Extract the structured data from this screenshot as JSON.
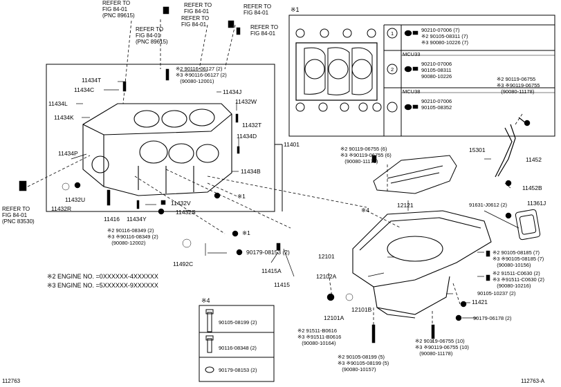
{
  "refs": {
    "ref_top1": "REFER TO\nFIG 84-01\n(PNC 89615)",
    "ref_top2": "REFER TO\nFIG 84-01",
    "ref_top3": "REFER TO\nFIG 84-01",
    "ref_top4": "REFER TO\nFIG 84-01\n(PNC 89615)",
    "ref_top5": "REFER TO\nFIG 84-01",
    "ref_top6": "REFER TO\nFIG 84-01",
    "ref_left": "REFER TO\nFIG 84-01\n(PNC 83530)"
  },
  "labels": {
    "p11434T": "11434T",
    "p11434C": "11434C",
    "p11434L": "11434L",
    "p11434K": "11434K",
    "p11434P": "11434P",
    "p11434J": "11434J",
    "p11432W": "11432W",
    "p11432T": "11432T",
    "p11434D": "11434D",
    "p11434B": "11434B",
    "p11401": "11401",
    "p11432U": "11432U",
    "p11432R": "11432R",
    "p11416": "11416",
    "p11434Y": "11434Y",
    "p11432V": "11432V",
    "p11432S": "11432S",
    "p11492C": "11492C",
    "p90179_08153": "90179-08153 (2)",
    "p11415A": "11415A",
    "p11415": "11415",
    "mark1_a": "※1",
    "mark1_b": "※1",
    "p12121": "12121",
    "p15301": "15301",
    "p11452": "11452",
    "p11452B": "11452B",
    "p91631": "91631-J0612 (2)",
    "p11361J": "11361J",
    "mark4": "※4",
    "p12101": "12101",
    "p12102A": "12102A",
    "p12101A": "12101A",
    "p12101B": "12101B",
    "p90105_10237": "90105-10237 (2)",
    "p11421": "11421",
    "p90179_06178": "90179-06178 (2)",
    "code1": "112763",
    "code2": "112763-A"
  },
  "notes": {
    "block_bolts": "※2 90116-06127 (2)\n※3 ※90116-06127 (2)\n   (90080-12001)",
    "lower_bolts": "※2 90116-08349 (2)\n※3 ※90116-08349 (2)\n   (90080-12002)",
    "pan_top_bolts": "※2 90119-06755 (6)\n※3 ※90119-06755 (6)\n   (90080-11178)",
    "gauge_bolts": "※2 90119-06755\n※3 ※90119-06755\n   (90080-11178)",
    "pan_side_bolts": "※2 90105-08185 (7)\n※3 ※90105-08185 (7)\n   (90080-10156)",
    "pan_side_studs": "※2 91511-C0630 (2)\n※3 ※91511-C0630 (2)\n   (90080-10216)",
    "bottom_left_bolts": "※2 91511-B0616\n※3 ※91511-B0616\n   (90080-10164)",
    "bottom_mid_bolts": "※2 90105-08199 (5)\n※3 ※90105-08199 (5)\n   (90080-10157)",
    "bottom_right_bolts": "※2 90119-06755 (10)\n※3 ※90119-06755 (10)\n   (90080-11178)",
    "engine_no_2": "※2 ENGINE NO. =0XXXXXX-4XXXXXX",
    "engine_no_3": "※3 ENGINE NO. =5XXXXXX-9XXXXXX"
  },
  "box1": {
    "title": "※1",
    "row1": "90210-07006 (7)\n※2 90105-08311 (7)\n※3 90080-10226 (7)",
    "mcu33": "MCU33",
    "row2": "90210-07006\n90105-08311\n90080-10226",
    "mcu38": "MCU38",
    "row3": "90210-07006\n90105-08352",
    "circ1": "1",
    "circ2": "2"
  },
  "box4": {
    "title": "※4",
    "row1": "90105-08199 (2)",
    "row2": "90116-08348 (2)",
    "row3": "90179-08153 (2)"
  }
}
